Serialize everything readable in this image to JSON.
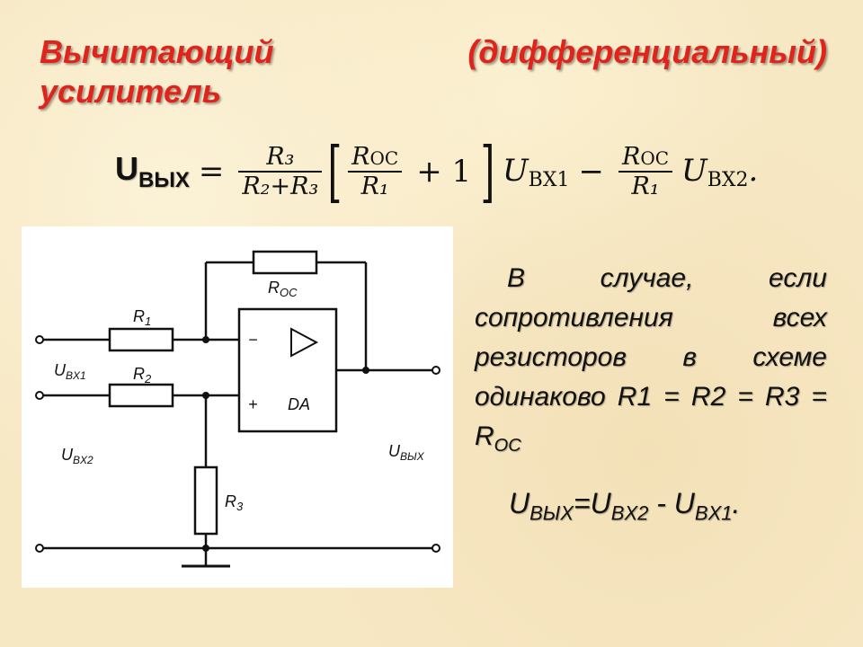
{
  "title": {
    "line1_left": "Вычитающий",
    "line1_right": "(дифференциальный)",
    "line2": "усилитель"
  },
  "formula": {
    "lhs_u": "U",
    "lhs_sub": "ВЫХ",
    "eq": "=",
    "frac1_num": "R₃",
    "frac1_den": "R₂+R₃",
    "open_bracket": "[",
    "frac2_num_r": "R",
    "frac2_num_sub": "OC",
    "frac2_den": "R₁",
    "plus_one": "+ 1",
    "close_bracket": "]",
    "u1": "U",
    "u1_sub": "BX1",
    "minus": "−",
    "frac3_num_r": "R",
    "frac3_num_sub": "OC",
    "frac3_den": "R₁",
    "u2": "U",
    "u2_sub": "BX2",
    "end": "."
  },
  "circuit": {
    "r1": "R",
    "r1_sub": "1",
    "r2": "R",
    "r2_sub": "2",
    "r3": "R",
    "r3_sub": "3",
    "roc": "R",
    "roc_sub": "OC",
    "minus_input": "−",
    "plus_input": "+",
    "opamp": "DA",
    "uvx1": "U",
    "uvx1_sub": "BX1",
    "uvx2": "U",
    "uvx2_sub": "BX2",
    "uvyx": "U",
    "uvyx_sub": "ВЫХ"
  },
  "note": {
    "text": "В случае, если сопротивления всех резисторов в схеме одинаково R1 = R2 = R3 = R",
    "sub": "OC"
  },
  "result": {
    "u1": "U",
    "u1_sub": "ВЫХ",
    "eq": "=U",
    "u2_sub": "BX2",
    "minus": " - U",
    "u3_sub": "BX1",
    "end": "."
  }
}
